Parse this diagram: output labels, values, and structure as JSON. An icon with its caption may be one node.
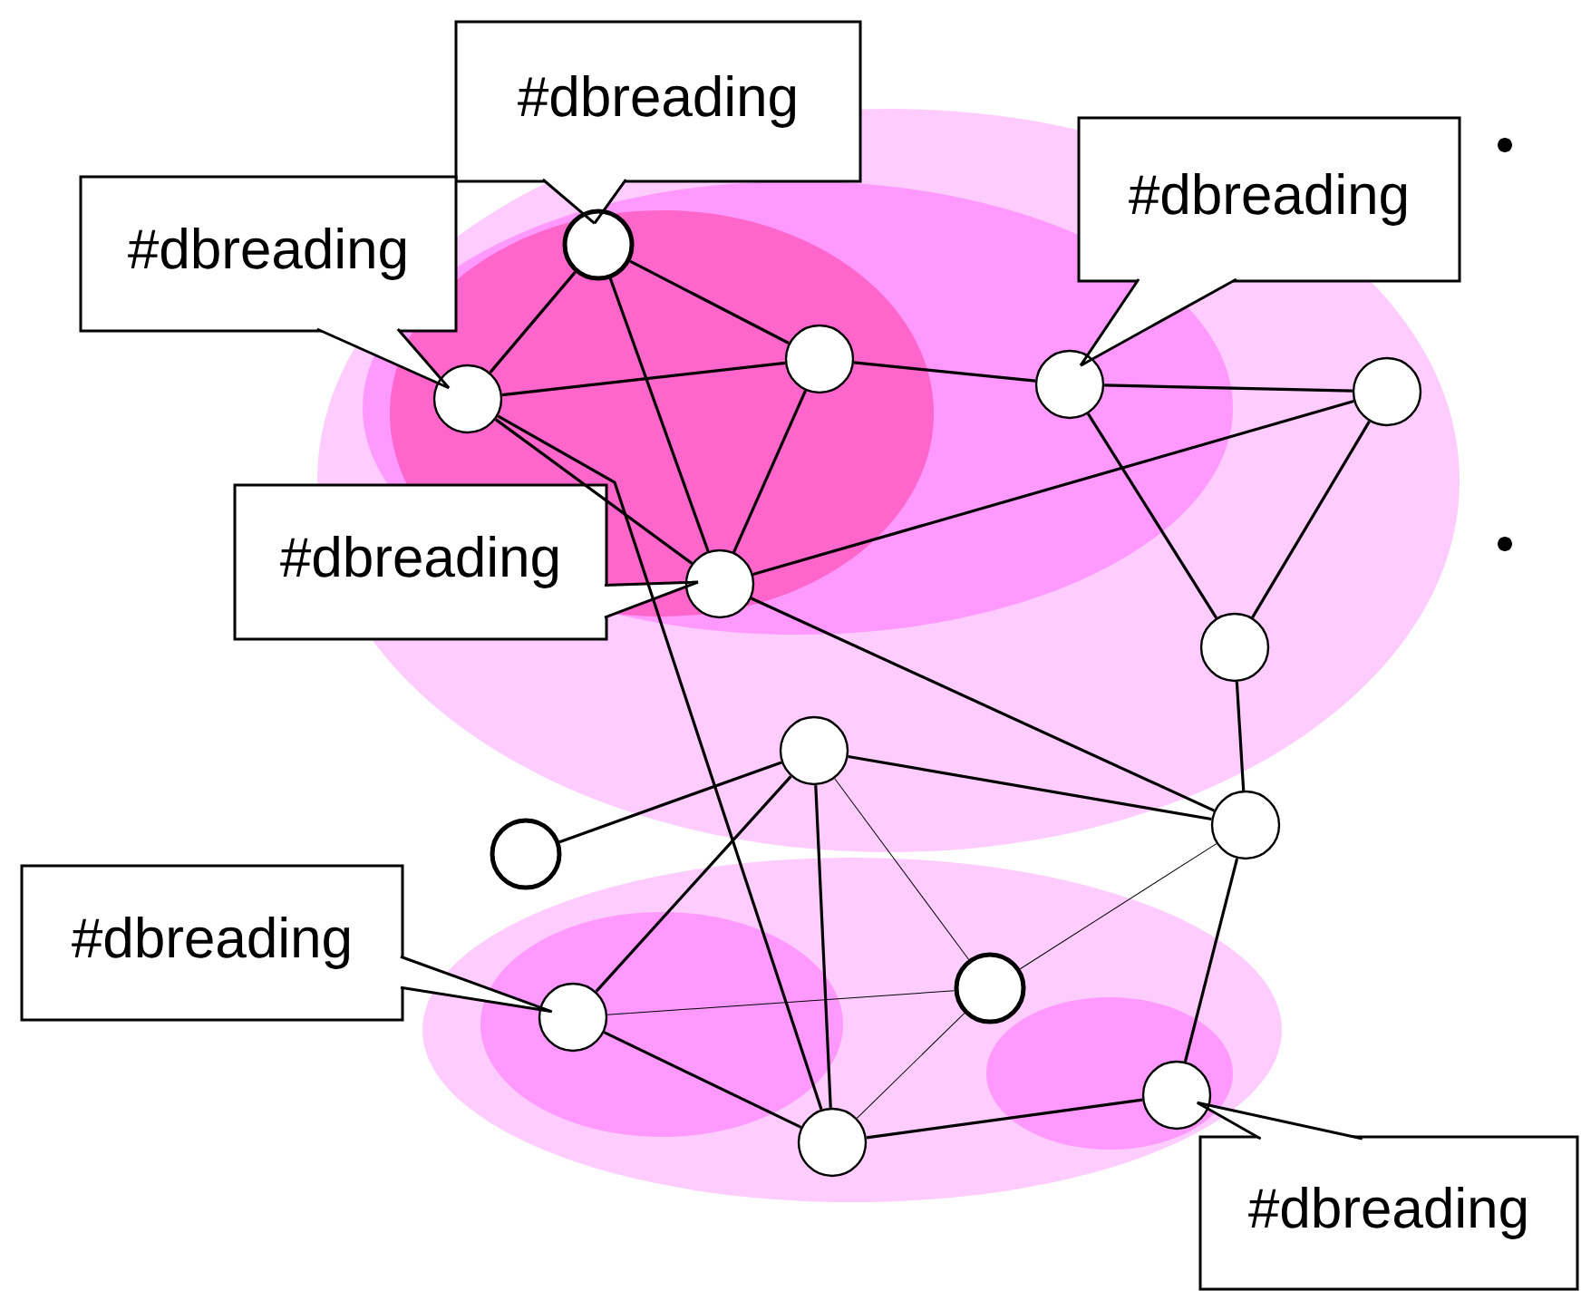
{
  "diagram": {
    "nodes": [
      {
        "text": [
          "#dbreading"
        ]
      },
      {
        "text": [
          "#dbreading"
        ]
      },
      {
        "text": [
          "#dbreading"
        ]
      },
      {
        "text": [
          "#dbreading"
        ]
      },
      {
        "text": [
          "#dbreading"
        ]
      },
      {
        "text": [
          "#dbreading"
        ]
      },
      {
        "text": [],
        "shape": "circle"
      },
      {
        "text": [],
        "shape": "circle"
      },
      {
        "text": [],
        "shape": "circle"
      },
      {
        "text": [],
        "shape": "circle"
      },
      {
        "text": [],
        "shape": "circle"
      },
      {
        "text": [],
        "shape": "circle"
      },
      {
        "text": [],
        "shape": "circle"
      },
      {
        "text": [],
        "shape": "circle"
      },
      {
        "text": [],
        "shape": "circle"
      },
      {
        "text": [],
        "shape": "circle"
      },
      {
        "text": [],
        "shape": "circle"
      },
      {
        "text": [],
        "shape": "circle"
      },
      {
        "text": [],
        "shape": "circle"
      },
      {
        "text": [],
        "shape": "circle"
      }
    ],
    "edges": [
      {
        "from": 0,
        "to": 6,
        "arrow": "none"
      },
      {
        "from": 1,
        "to": 7,
        "arrow": "none"
      },
      {
        "from": 2,
        "to": 9,
        "arrow": "none"
      },
      {
        "from": 3,
        "to": 11,
        "arrow": "none"
      },
      {
        "from": 4,
        "to": 16,
        "arrow": "none"
      },
      {
        "from": 5,
        "to": 19,
        "arrow": "none"
      },
      {
        "from": 6,
        "to": 7,
        "arrow": "none"
      },
      {
        "from": 6,
        "to": 8,
        "arrow": "none"
      },
      {
        "from": 6,
        "to": 11,
        "arrow": "none"
      },
      {
        "from": 7,
        "to": 8,
        "arrow": "none"
      },
      {
        "from": 7,
        "to": 11,
        "arrow": "none"
      },
      {
        "from": 7,
        "to": 18,
        "arrow": "none"
      },
      {
        "from": 8,
        "to": 11,
        "arrow": "none"
      },
      {
        "from": 8,
        "to": 9,
        "arrow": "none"
      },
      {
        "from": 9,
        "to": 10,
        "arrow": "none"
      },
      {
        "from": 9,
        "to": 12,
        "arrow": "none"
      },
      {
        "from": 10,
        "to": 12,
        "arrow": "none"
      },
      {
        "from": 10,
        "to": 11,
        "arrow": "none"
      },
      {
        "from": 11,
        "to": 15,
        "arrow": "none"
      },
      {
        "from": 12,
        "to": 15,
        "arrow": "none"
      },
      {
        "from": 13,
        "to": 14,
        "arrow": "none"
      },
      {
        "from": 13,
        "to": 16,
        "arrow": "none"
      },
      {
        "from": 13,
        "to": 18,
        "arrow": "none"
      },
      {
        "from": 13,
        "to": 17,
        "arrow": "none"
      },
      {
        "from": 13,
        "to": 15,
        "arrow": "none"
      },
      {
        "from": 15,
        "to": 17,
        "arrow": "none"
      },
      {
        "from": 15,
        "to": 19,
        "arrow": "none"
      },
      {
        "from": 16,
        "to": 17,
        "arrow": "none"
      },
      {
        "from": 16,
        "to": 18,
        "arrow": "none"
      },
      {
        "from": 17,
        "to": 18,
        "arrow": "none"
      },
      {
        "from": 18,
        "to": 19,
        "arrow": "none"
      }
    ]
  }
}
